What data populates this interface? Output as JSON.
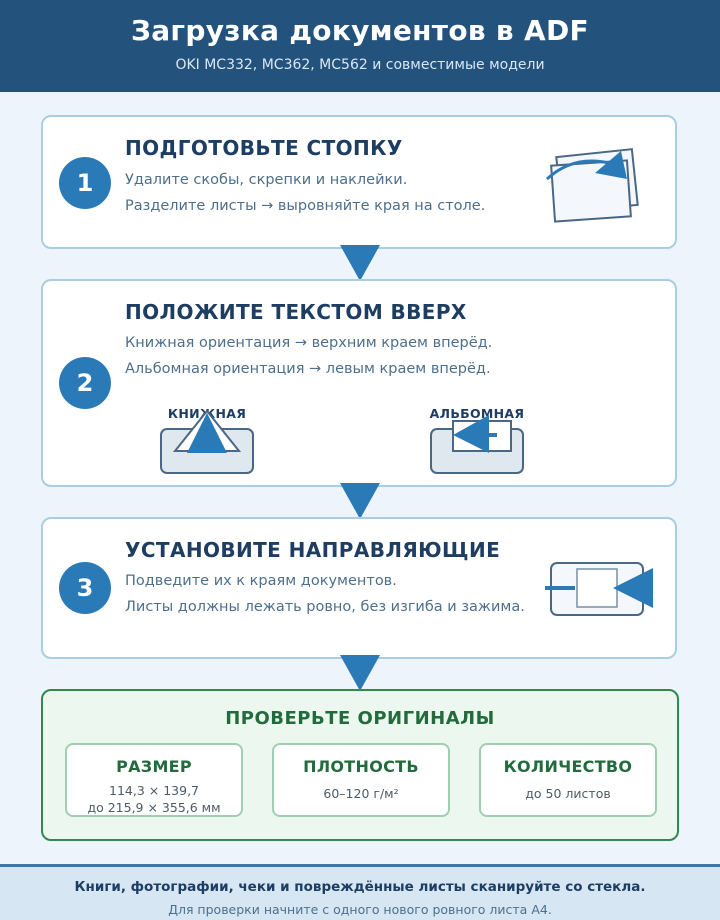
{
  "header": {
    "title": "Загрузка документов в ADF",
    "subtitle": "OKI MC332, MC362, MC562 и совместимые модели"
  },
  "steps": [
    {
      "number": "1",
      "title": "ПОДГОТОВЬТЕ СТОПКУ",
      "lines": [
        "Удалите скобы, скрепки и наклейки.",
        "Разделите листы → выровняйте края на столе."
      ],
      "icon": "paper-stack-icon"
    },
    {
      "number": "2",
      "title": "ПОЛОЖИТЕ ТЕКСТОМ ВВЕРХ",
      "lines": [
        "Книжная ориентация → верхним краем вперёд.",
        "Альбомная ориентация → левым краем вперёд."
      ],
      "orientations": [
        {
          "label": "КНИЖНАЯ",
          "icon": "portrait-feed-icon"
        },
        {
          "label": "АЛЬБОМНАЯ",
          "icon": "landscape-feed-icon"
        }
      ]
    },
    {
      "number": "3",
      "title": "УСТАНОВИТЕ НАПРАВЛЯЮЩИЕ",
      "lines": [
        "Подведите их к краям документов.",
        "Листы должны лежать ровно, без изгиба и зажима."
      ],
      "icon": "paper-guide-icon"
    }
  ],
  "check": {
    "title": "ПРОВЕРЬТЕ ОРИГИНАЛЫ",
    "specs": [
      {
        "label": "РАЗМЕР",
        "values": [
          "114,3 × 139,7",
          "до 215,9 × 355,6 мм"
        ]
      },
      {
        "label": "ПЛОТНОСТЬ",
        "values": [
          "60–120 г/м²"
        ]
      },
      {
        "label": "КОЛИЧЕСТВО",
        "values": [
          "до 50 листов"
        ]
      }
    ]
  },
  "footer": {
    "line1": "Книги, фотографии, чеки и повреждённые листы сканируйте со стекла.",
    "line2": "Для проверки начните с одного нового ровного листа A4."
  },
  "colors": {
    "header_bg": "#23527c",
    "accent_blue": "#2b7ab8",
    "check_green": "#216b3c",
    "footer_bg": "#d6e7f3"
  }
}
